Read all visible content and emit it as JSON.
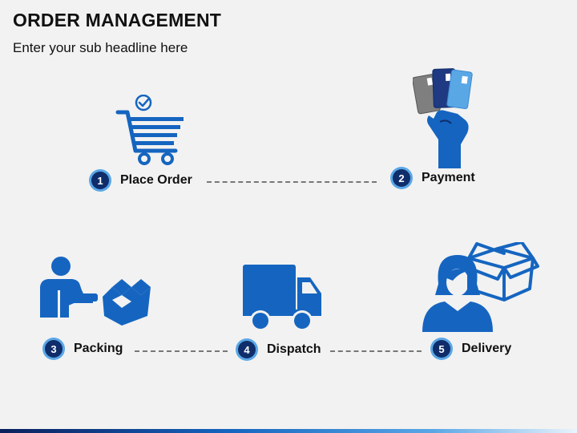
{
  "header": {
    "title": "ORDER MANAGEMENT",
    "subtitle": "Enter your sub headline here"
  },
  "steps": [
    {
      "number": "1",
      "label": "Place Order",
      "icon": "shopping-cart-check-icon"
    },
    {
      "number": "2",
      "label": "Payment",
      "icon": "hand-holding-cards-icon"
    },
    {
      "number": "3",
      "label": "Packing",
      "icon": "person-handing-box-icon"
    },
    {
      "number": "4",
      "label": "Dispatch",
      "icon": "delivery-truck-icon"
    },
    {
      "number": "5",
      "label": "Delivery",
      "icon": "person-receiving-box-icon"
    }
  ],
  "colors": {
    "icon_blue": "#1565c0",
    "badge_fill": "#0f2d6b",
    "badge_ring": "#5aa7e6",
    "connector": "#777777"
  }
}
